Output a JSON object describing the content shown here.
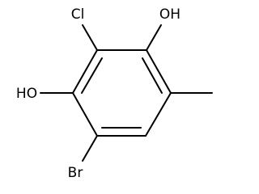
{
  "molecule": {
    "labels": {
      "top_hydroxyl": "OH",
      "chloro": "Cl",
      "left_hydroxyl": "HO",
      "bromo": "Br"
    }
  }
}
